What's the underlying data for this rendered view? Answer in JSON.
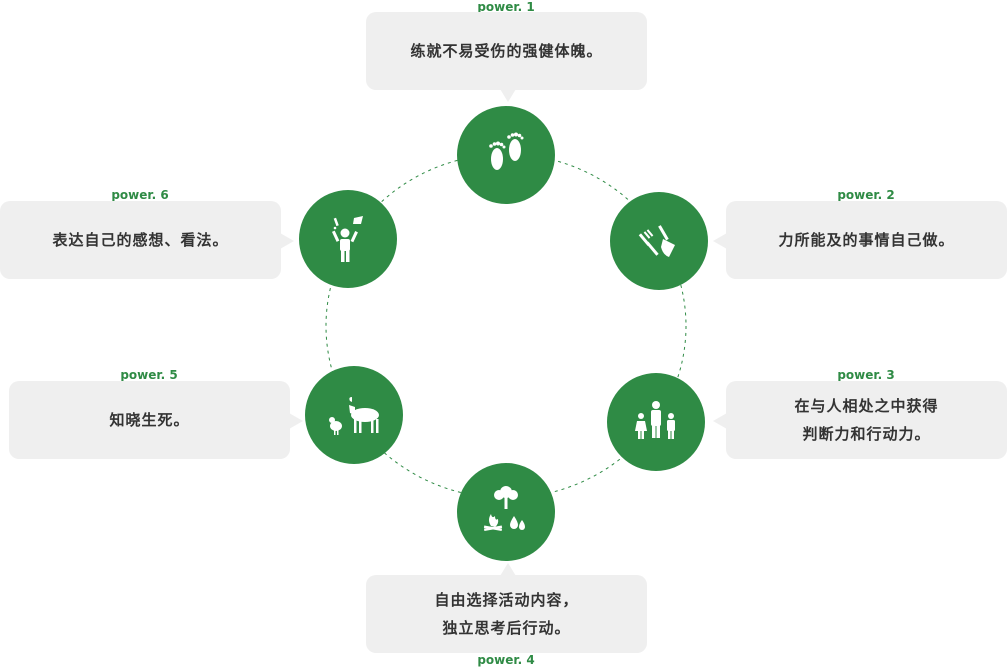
{
  "colors": {
    "accent": "#2f8b45",
    "bubble": "#efefef",
    "text": "#333333"
  },
  "powers": [
    {
      "label": "power. 1",
      "lines": [
        "练就不易受伤的强健体魄。"
      ],
      "icon": "footprints-icon"
    },
    {
      "label": "power. 2",
      "lines": [
        "力所能及的事情自己做。"
      ],
      "icon": "garden-tools-icon"
    },
    {
      "label": "power. 3",
      "lines": [
        "在与人相处之中获得",
        "判断力和行动力。"
      ],
      "icon": "family-icon"
    },
    {
      "label": "power. 4",
      "lines": [
        "自由选择活动内容，",
        "独立思考后行动。"
      ],
      "icon": "tree-fire-water-icon"
    },
    {
      "label": "power. 5",
      "lines": [
        "知晓生死。"
      ],
      "icon": "goat-chicken-icon"
    },
    {
      "label": "power. 6",
      "lines": [
        "表达自己的感想、看法。"
      ],
      "icon": "child-expressing-icon"
    }
  ]
}
